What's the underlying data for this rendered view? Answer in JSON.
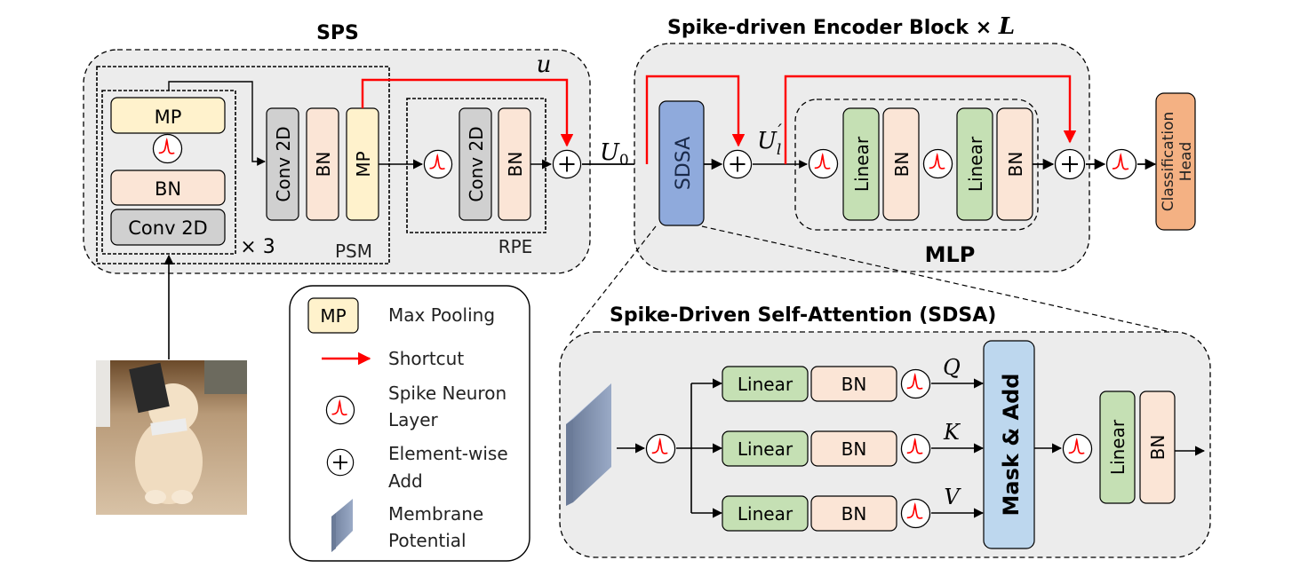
{
  "colors": {
    "mp": "#fff2cc",
    "bn": "#fbe5d6",
    "conv": "#d0d0d0",
    "linear": "#c5e0b4",
    "sdsa": "#8faadc",
    "mask_add": "#bdd7ee",
    "head": "#f4b183",
    "shortcut": "#ff0000",
    "panel": "#ececec",
    "membrane": "#7f92b0"
  },
  "sps": {
    "title": "SPS",
    "inner_stack": {
      "mp": "MP",
      "bn": "BN",
      "conv": "Conv 2D",
      "repeat": "× 3"
    },
    "psm": {
      "label": "PSM",
      "conv": "Conv 2D",
      "bn": "BN",
      "mp": "MP"
    },
    "rpe": {
      "label": "RPE",
      "conv": "Conv 2D",
      "bn": "BN"
    },
    "shortcut_label": "u",
    "output_label": "U",
    "output_sub": "0"
  },
  "encoder": {
    "title_prefix": "Spike-driven Encoder Block × ",
    "title_var": "L",
    "sdsa": "SDSA",
    "mid_label": "U",
    "mid_sub": "l",
    "mid_prime": "′",
    "mlp": {
      "label": "MLP",
      "linear1": "Linear",
      "bn1": "BN",
      "linear2": "Linear",
      "bn2": "BN"
    }
  },
  "head": {
    "line1": "Classification",
    "line2": "Head"
  },
  "legend": {
    "items": [
      {
        "key": "MP",
        "label": "Max Pooling"
      },
      {
        "label": "Shortcut"
      },
      {
        "label_line1": "Spike Neuron",
        "label_line2": "Layer"
      },
      {
        "label_line1": "Element-wise",
        "label_line2": "Add"
      },
      {
        "label_line1": "Membrane",
        "label_line2": "Potential"
      }
    ]
  },
  "sdsa_detail": {
    "title": "Spike-Driven Self-Attention (SDSA)",
    "branches": [
      {
        "linear": "Linear",
        "bn": "BN",
        "var": "Q"
      },
      {
        "linear": "Linear",
        "bn": "BN",
        "var": "K"
      },
      {
        "linear": "Linear",
        "bn": "BN",
        "var": "V"
      }
    ],
    "mask_add": "Mask & Add",
    "out_linear": "Linear",
    "out_bn": "BN"
  },
  "input_image": {
    "description": "puppy with box on head"
  }
}
